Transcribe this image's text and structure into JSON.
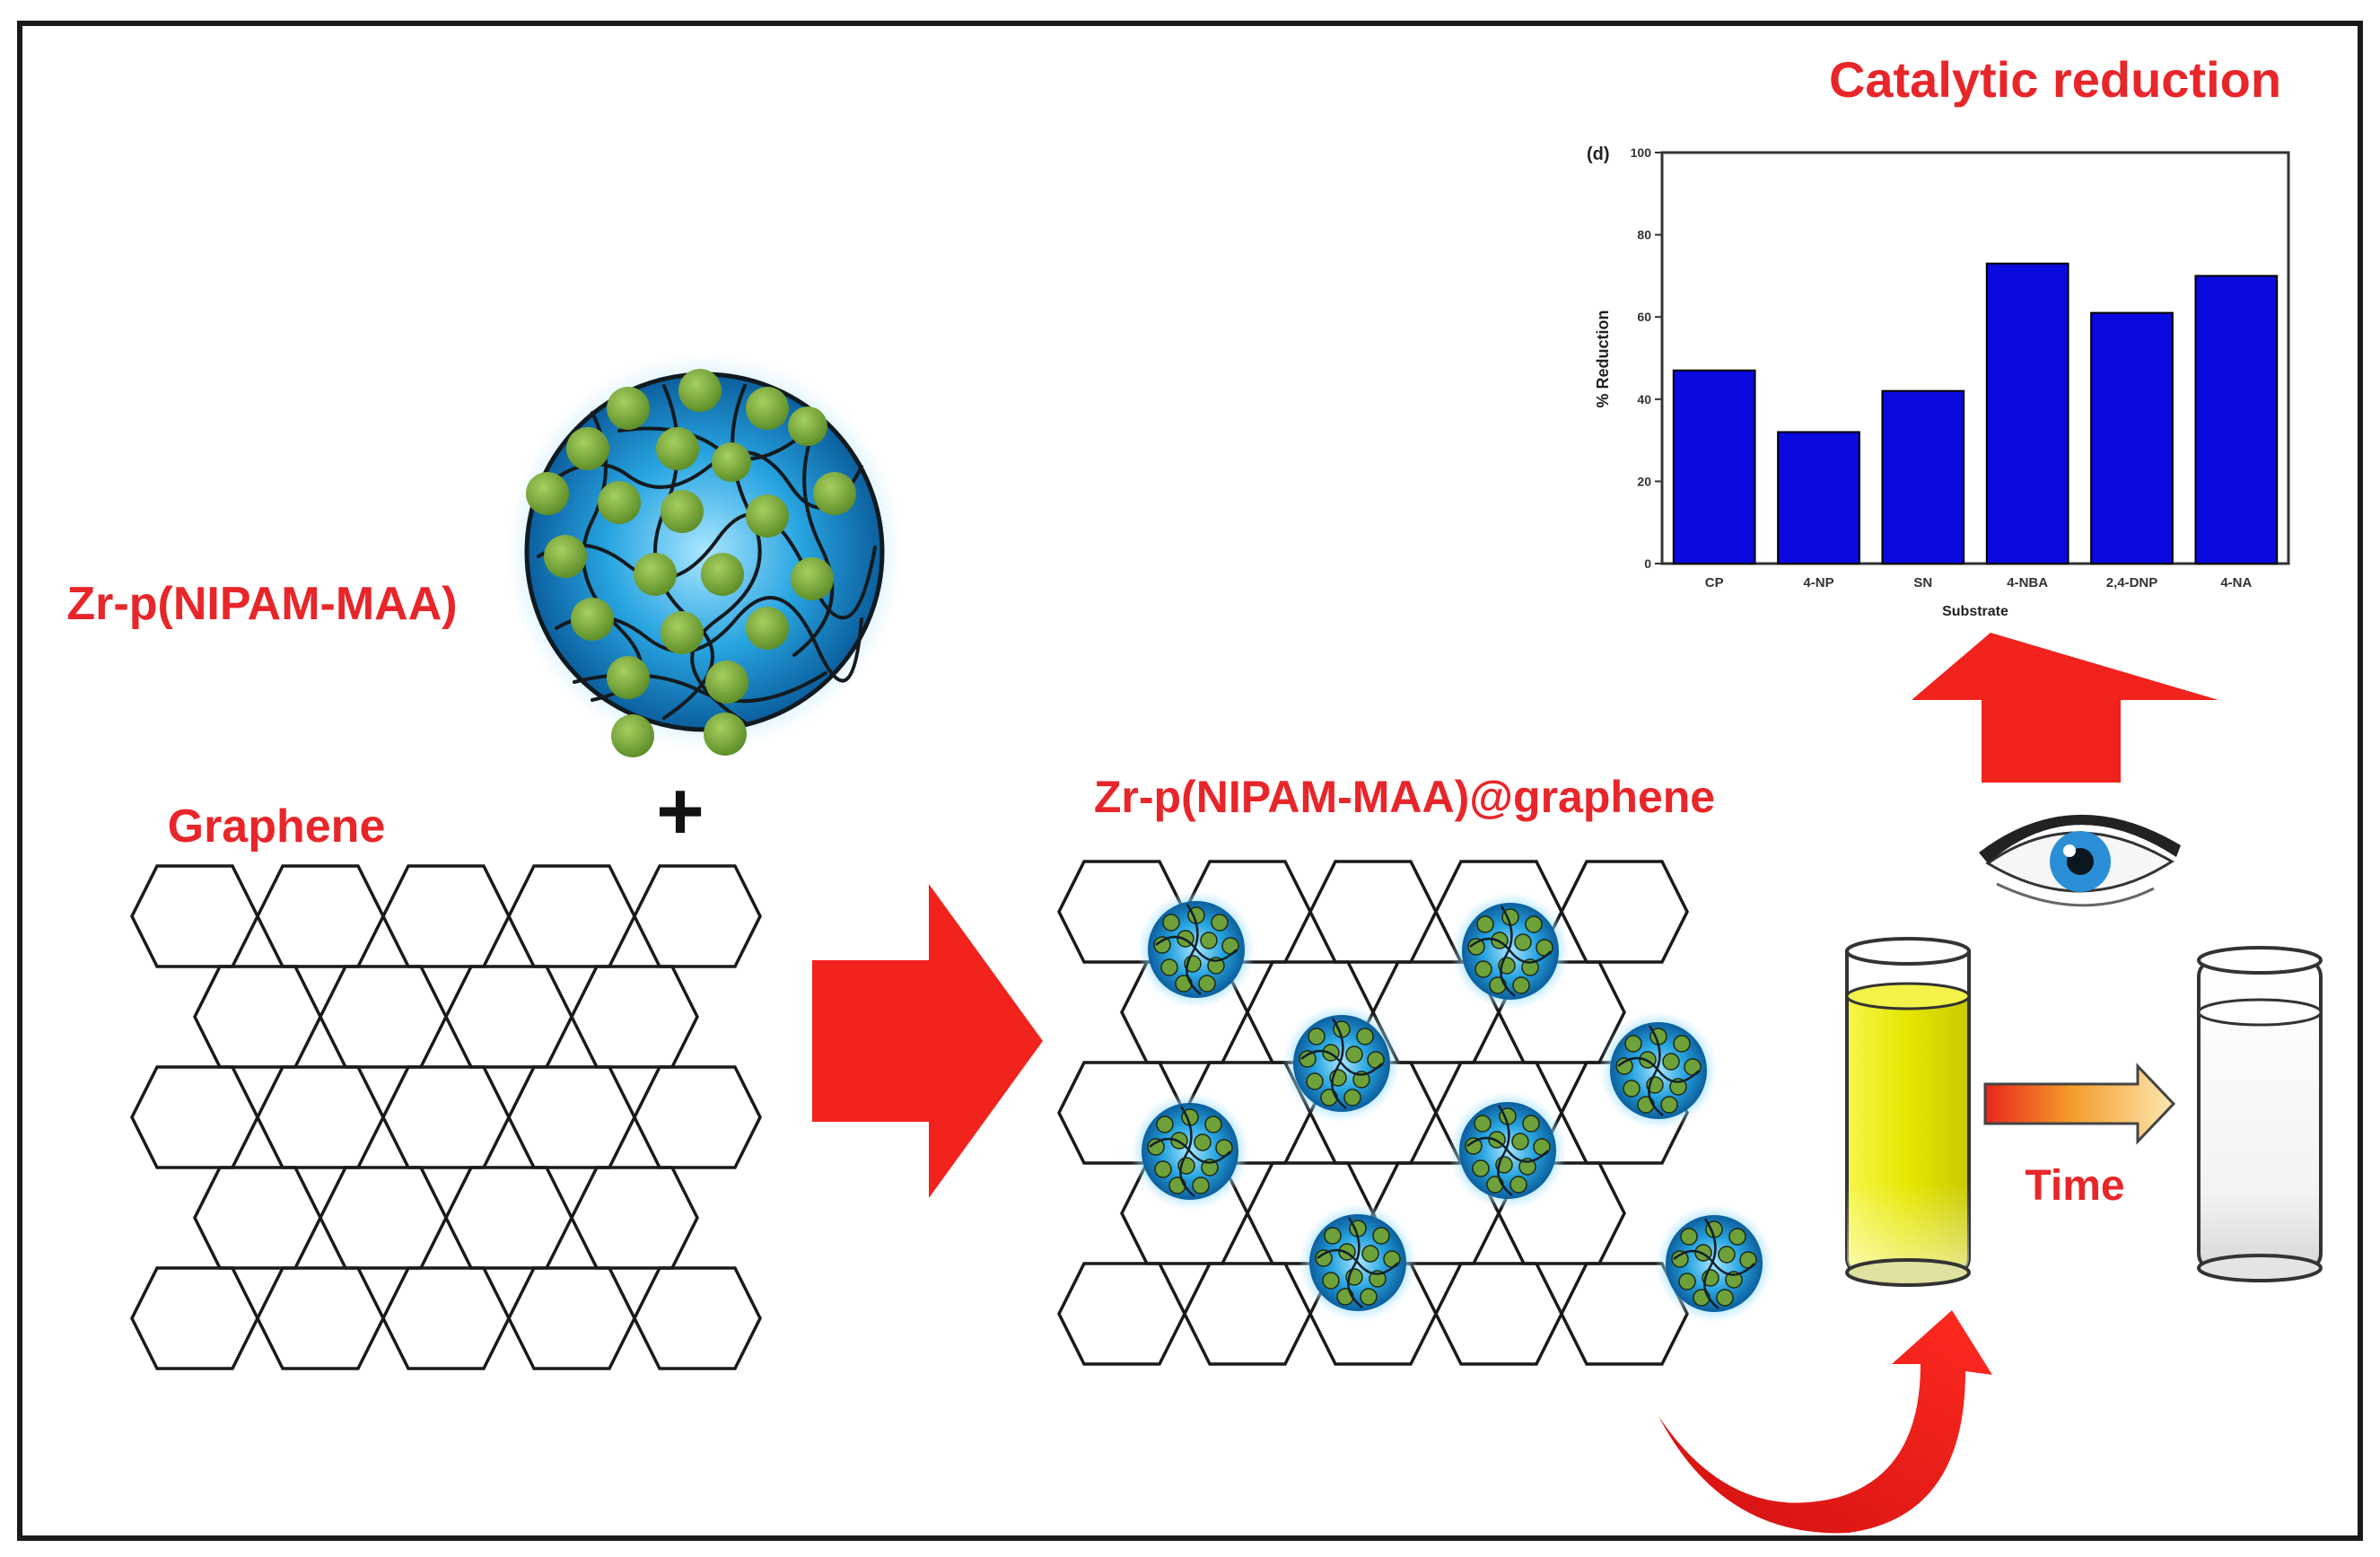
{
  "labels": {
    "title": "Catalytic reduction",
    "microgel": "Zr-p(NIPAM-MAA)",
    "graphene": "Graphene",
    "plus": "+",
    "composite": "Zr-p(NIPAM-MAA)@graphene",
    "time": "Time"
  },
  "colors": {
    "label_red": "#e8262a",
    "arrow_red": "#f2221c",
    "bar_blue": "#0a0ae0",
    "microgel_blue": "#1a9ad8",
    "particle_green": "#7aa83c",
    "solution_yellow": "#e8e812"
  },
  "chart_data": {
    "type": "bar",
    "panel_label": "(d)",
    "categories": [
      "CP",
      "4-NP",
      "SN",
      "4-NBA",
      "2,4-DNP",
      "4-NA"
    ],
    "values": [
      47,
      32,
      42,
      73,
      61,
      70
    ],
    "xlabel": "Substrate",
    "ylabel": "% Reduction",
    "ylim": [
      0,
      100
    ],
    "yticks": [
      0,
      20,
      40,
      60,
      80,
      100
    ]
  }
}
